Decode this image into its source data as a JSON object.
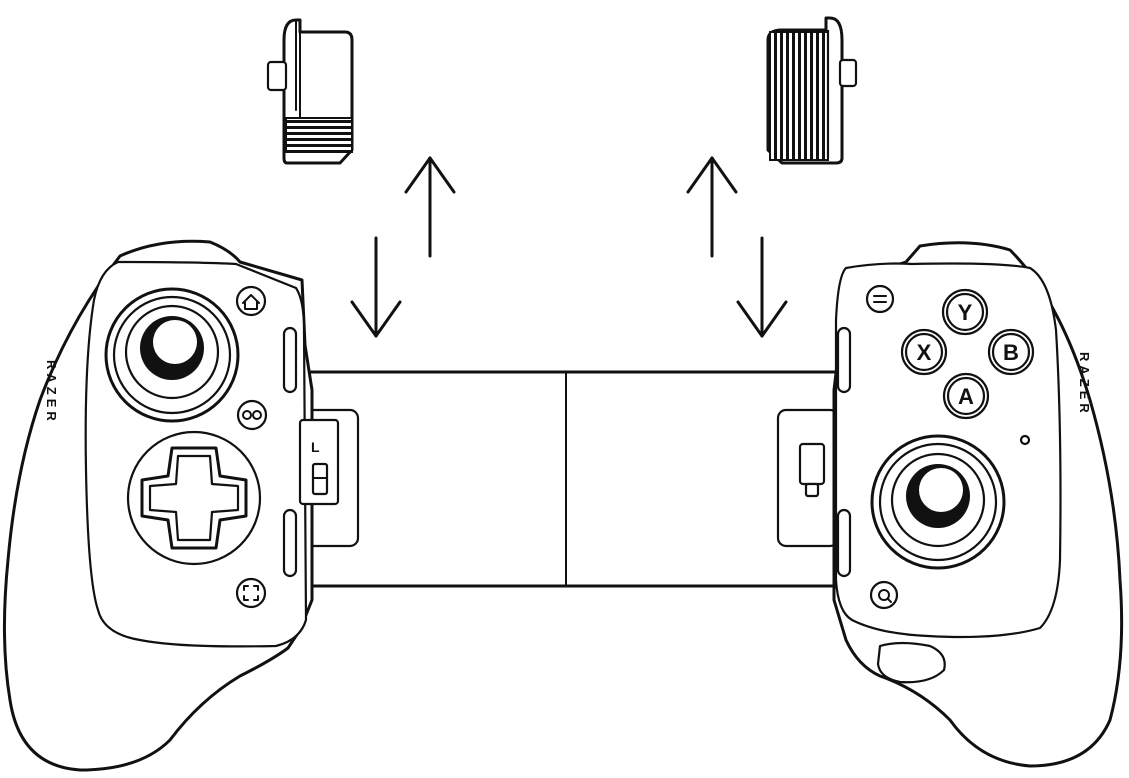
{
  "controller": {
    "brand": "RAZER",
    "buttons": {
      "y": "Y",
      "x": "X",
      "b": "B",
      "a": "A"
    },
    "slider_label": "L"
  },
  "icons": {
    "home": "home-icon",
    "link": "infinity-icon",
    "capture": "capture-icon",
    "menu": "menu-icon",
    "assistant": "assistant-icon",
    "up_arrow": "arrow-up-icon",
    "down_arrow": "arrow-down-icon"
  },
  "colors": {
    "line": "#111111",
    "background": "#ffffff"
  }
}
